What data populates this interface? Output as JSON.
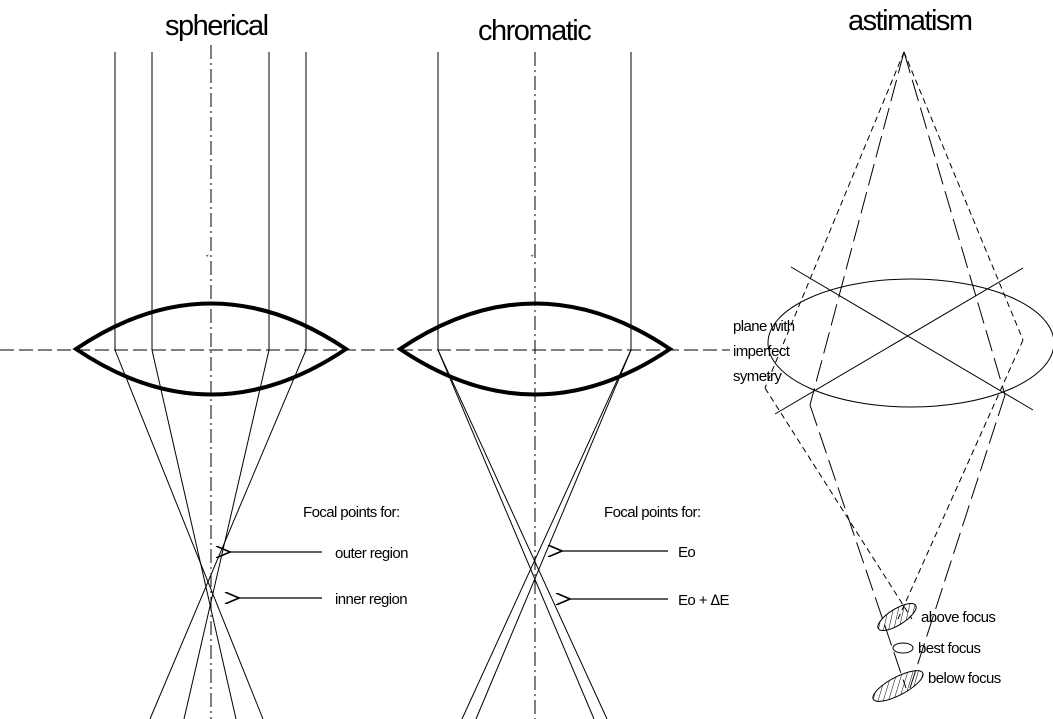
{
  "panels": {
    "spherical": {
      "title": "spherical",
      "focal_heading": "Focal points for:",
      "labels": [
        "outer region",
        "inner region"
      ]
    },
    "chromatic": {
      "title": "chromatic",
      "focal_heading": "Focal points for:",
      "label_eo": "Eo",
      "label_eo_plus": "Eo + ",
      "label_delta": "Δ",
      "label_e": "E"
    },
    "astigmatism": {
      "title": "astimatism",
      "plane_label": [
        "plane with",
        "imperfect",
        "symetry"
      ],
      "focus_labels": [
        "above focus",
        "best focus",
        "below focus"
      ]
    }
  },
  "colors": {
    "ink": "#000000",
    "background": "#ffffff"
  }
}
